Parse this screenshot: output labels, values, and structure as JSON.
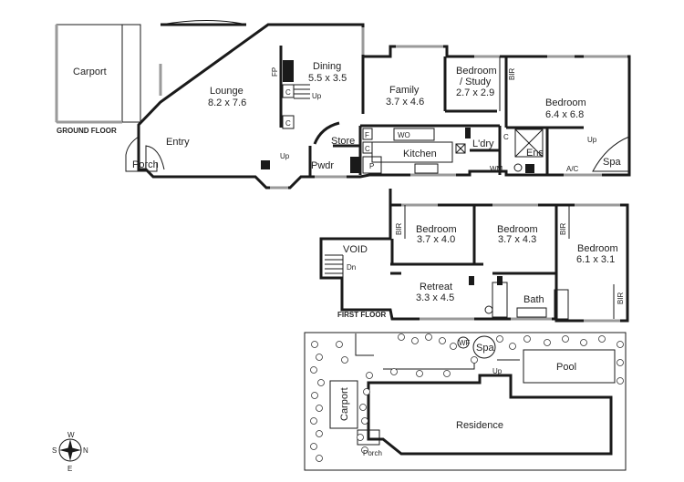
{
  "ground_floor": {
    "caption": "GROUND FLOOR",
    "rooms": {
      "carport": {
        "name": "Carport"
      },
      "lounge": {
        "name": "Lounge",
        "dims": "8.2 x 7.6"
      },
      "dining": {
        "name": "Dining",
        "dims": "5.5 x 3.5"
      },
      "family": {
        "name": "Family",
        "dims": "3.7 x 4.6"
      },
      "bedroom_study": {
        "name_line1": "Bedroom",
        "name_line2": "/ Study",
        "dims": "2.7 x 2.9"
      },
      "bedroom_main": {
        "name": "Bedroom",
        "dims": "6.4 x 6.8"
      },
      "entry": {
        "name": "Entry"
      },
      "porch": {
        "name": "Porch"
      },
      "store": {
        "name": "Store"
      },
      "kitchen": {
        "name": "Kitchen"
      },
      "laundry": {
        "name": "L'dry"
      },
      "ensuite": {
        "name": "Ens"
      },
      "powder": {
        "name": "Pwdr"
      },
      "spa": {
        "name": "Spa"
      }
    },
    "small_labels": {
      "fp": "FP",
      "c1": "C",
      "c2": "C",
      "c3": "C",
      "c4": "C",
      "up1": "Up",
      "up2": "Up",
      "up3": "Up",
      "bir": "BIR",
      "wo": "WO",
      "f": "F",
      "p": "P",
      "wm": "WM",
      "ac": "A/C"
    }
  },
  "first_floor": {
    "caption": "FIRST FLOOR",
    "rooms": {
      "bedroom1": {
        "name": "Bedroom",
        "dims": "3.7 x 4.0"
      },
      "bedroom2": {
        "name": "Bedroom",
        "dims": "3.7 x 4.3"
      },
      "bedroom3": {
        "name": "Bedroom",
        "dims": "6.1 x 3.1"
      },
      "retreat": {
        "name": "Retreat",
        "dims": "3.3 x 4.5"
      },
      "bath": {
        "name": "Bath"
      },
      "void": {
        "name": "VOID"
      }
    },
    "small_labels": {
      "bir1": "BIR",
      "bir2": "BIR",
      "bir3": "BIR",
      "dn": "Dn"
    }
  },
  "site_plan": {
    "labels": {
      "carport": "Carport",
      "residence": "Residence",
      "porch": "Porch",
      "spa": "Spa",
      "wf": "WF",
      "up": "Up",
      "pool": "Pool"
    }
  },
  "compass": {
    "w": "W",
    "s": "S",
    "n": "N",
    "e": "E"
  }
}
